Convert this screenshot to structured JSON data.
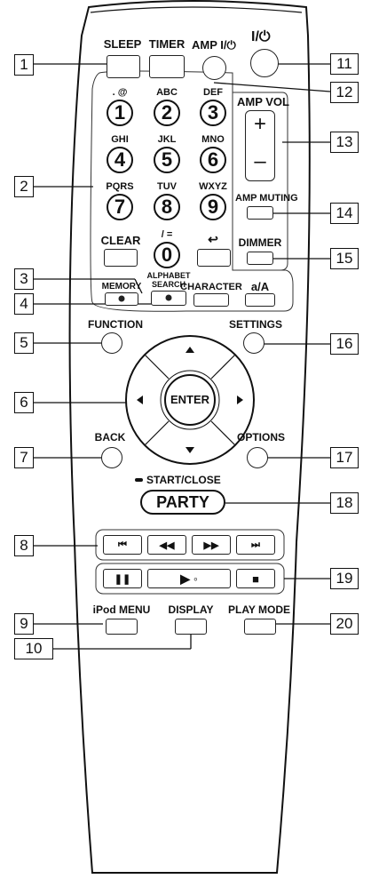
{
  "remote": {
    "sleep": "SLEEP",
    "timer": "TIMER",
    "amp_power": "AMP I/⏻",
    "power": "I/⏻",
    "digits": [
      {
        "num": "1",
        "letters": ". @"
      },
      {
        "num": "2",
        "letters": "ABC"
      },
      {
        "num": "3",
        "letters": "DEF"
      },
      {
        "num": "4",
        "letters": "GHI"
      },
      {
        "num": "5",
        "letters": "JKL"
      },
      {
        "num": "6",
        "letters": "MNO"
      },
      {
        "num": "7",
        "letters": "PQRS"
      },
      {
        "num": "8",
        "letters": "TUV"
      },
      {
        "num": "9",
        "letters": "WXYZ"
      },
      {
        "num": "0",
        "letters": "/ ="
      }
    ],
    "clear": "CLEAR",
    "amp_vol": "AMP VOL",
    "vol_plus": "+",
    "vol_minus": "–",
    "amp_muting": "AMP MUTING",
    "dimmer": "DIMMER",
    "memory": "MEMORY",
    "alphabet_search_1": "ALPHABET",
    "alphabet_search_2": "SEARCH",
    "character": "CHARACTER",
    "case": "a/A",
    "function": "FUNCTION",
    "settings": "SETTINGS",
    "enter": "ENTER",
    "back": "BACK",
    "options": "OPTIONS",
    "start_close": "START/CLOSE",
    "party": "PARTY",
    "ipod_menu": "iPod MENU",
    "display": "DISPLAY",
    "play_mode": "PLAY MODE",
    "transport": {
      "prev": "⏮",
      "rew": "◀◀",
      "ff": "▶▶",
      "next": "⏭"
    },
    "playback": {
      "pause": "❚❚",
      "play": "▶ ◦",
      "stop": "■"
    }
  },
  "callouts": [
    "1",
    "2",
    "3",
    "4",
    "5",
    "6",
    "7",
    "8",
    "9",
    "10",
    "11",
    "12",
    "13",
    "14",
    "15",
    "16",
    "17",
    "18",
    "19",
    "20"
  ]
}
